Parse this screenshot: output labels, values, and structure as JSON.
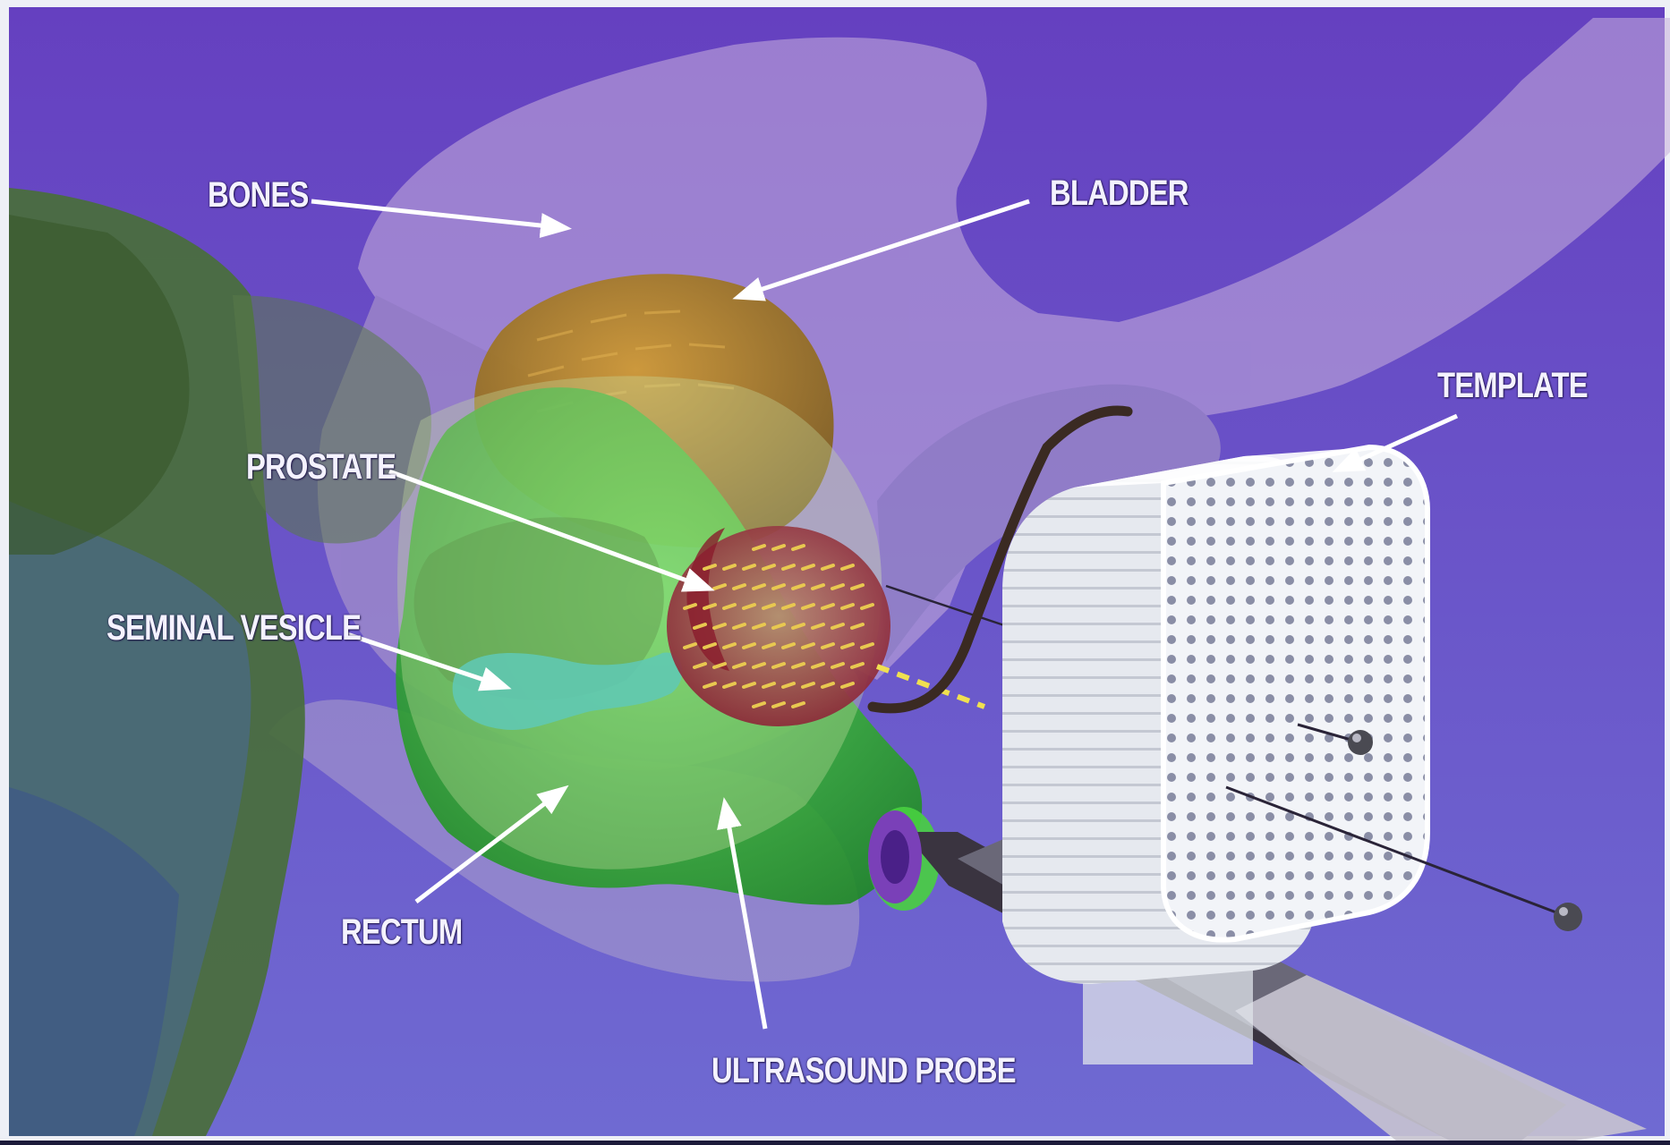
{
  "figure": {
    "background_color": "#6a52c8",
    "labels": {
      "bones": "BONES",
      "bladder": "BLADDER",
      "template": "TEMPLATE",
      "prostate": "PROSTATE",
      "seminal_vesicle": "SEMINAL VESICLE",
      "rectum": "RECTUM",
      "ultrasound_probe": "ULTRASOUND PROBE"
    },
    "colors": {
      "bladder": "#b88a2a",
      "prostate": "#a8304a",
      "seed": "#e8c850",
      "rectum": "#3cc83c",
      "seminal_vesicle": "#58c8b8",
      "template": "#eef0f4",
      "bones": "#c0a8d8",
      "pelvis_left": "#4a7a3a"
    }
  }
}
